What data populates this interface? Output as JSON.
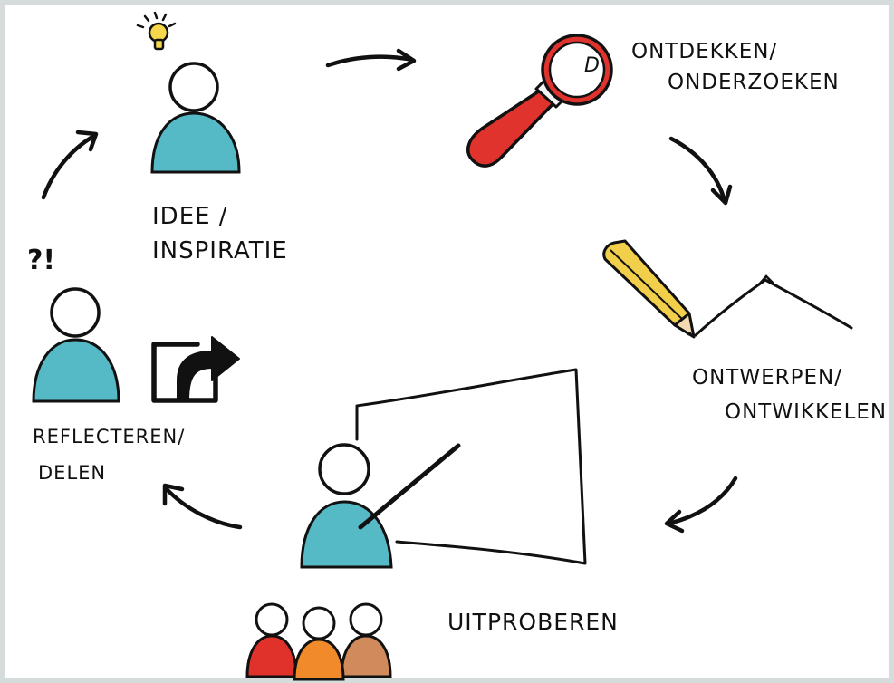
{
  "steps": [
    {
      "id": "idee",
      "lines": [
        "IDEE /",
        "INSPIRATIE"
      ]
    },
    {
      "id": "ontdekken",
      "lines": [
        "ONTDEKKEN/",
        "ONDERZOEKEN"
      ]
    },
    {
      "id": "ontwerpen",
      "lines": [
        "ONTWERPEN/",
        "ONTWIKKELEN"
      ]
    },
    {
      "id": "uitproberen",
      "lines": [
        "UITPROBEREN"
      ]
    },
    {
      "id": "reflecteren",
      "lines": [
        "REFLECTEREN/",
        "DELEN"
      ]
    }
  ],
  "marks": {
    "question_exclaim": "?!",
    "lens_letter": "D"
  },
  "colors": {
    "figure_body": "#55b9c6",
    "magnifier_red": "#e0332e",
    "pencil_yellow": "#f2cf4a",
    "bulb_yellow": "#f6d64a",
    "audience": [
      "#e1312b",
      "#f08a2a",
      "#d08a5c"
    ]
  },
  "icons": [
    "lightbulb-icon",
    "magnifying-glass-icon",
    "pencil-icon",
    "share-icon",
    "presentation-board-icon"
  ]
}
